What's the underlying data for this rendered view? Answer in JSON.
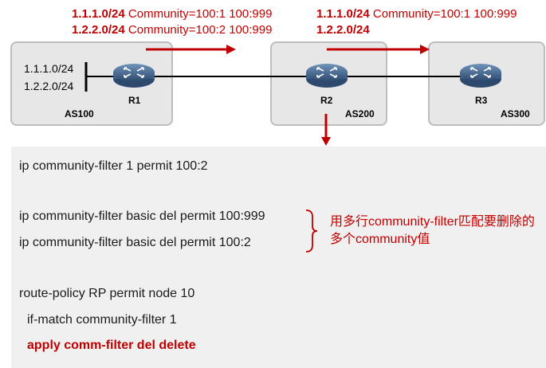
{
  "top_labels": [
    {
      "line1_prefix": "1.1.1.0/24",
      "line1_rest": " Community=100:1 100:999",
      "line2_prefix": "1.2.2.0/24",
      "line2_rest": " Community=100:2 100:999"
    },
    {
      "line1_prefix": "1.1.1.0/24",
      "line1_rest": " Community=100:1 100:999",
      "line2_prefix": "1.2.2.0/24",
      "line2_rest": ""
    }
  ],
  "as_boxes": [
    {
      "router": "R1",
      "as": "AS100",
      "prefixes": [
        "1.1.1.0/24",
        "1.2.2.0/24"
      ]
    },
    {
      "router": "R2",
      "as": "AS200"
    },
    {
      "router": "R3",
      "as": "AS300"
    }
  ],
  "config_lines": [
    "ip community-filter 1 permit 100:2",
    "ip community-filter basic del permit 100:999",
    "ip community-filter basic del permit 100:2",
    "route-policy RP permit node 10",
    "  if-match community-filter 1",
    "  apply comm-filter del delete"
  ],
  "note": "用多行community-filter匹配要删除的多个community值",
  "colors": {
    "accent": "#c00000",
    "router": "#3d5f86",
    "box": "#e7e7e7",
    "config_bg": "#f0f0f0"
  },
  "icons": [
    "router-icon"
  ]
}
